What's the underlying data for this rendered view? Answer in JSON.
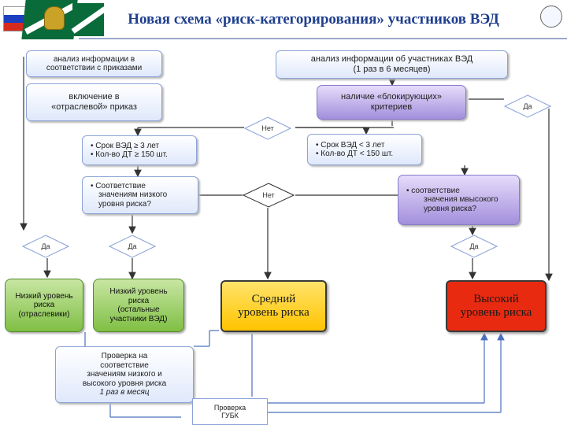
{
  "header": {
    "title": "Новая схема «риск-категорирования» участников ВЭД"
  },
  "boxes": {
    "analysis_orders": [
      "анализ информации в",
      "соответствии с приказами"
    ],
    "analysis_participants": [
      "анализ информации об участниках ВЭД",
      "(1 раз в 6 месяцев)"
    ],
    "sector_order": [
      "включение в",
      "«отраслевой» приказ"
    ],
    "blocking_criteria": [
      "наличие «блокирующих»",
      "критериев"
    ],
    "left_terms": [
      "•  Срок ВЭД ≥ 3 лет",
      "•  Кол-во ДТ ≥ 150 шт."
    ],
    "right_terms": [
      "•  Срок ВЭД < 3 лет",
      "•  Кол-во ДТ < 150 шт."
    ],
    "low_match": [
      "•  Соответствие",
      "значениям низкого",
      "уровня риска?"
    ],
    "high_match": [
      "•       соответствие",
      "значения мвысокого",
      "уровня риска?"
    ],
    "low_sector": [
      "Низкий уровень",
      "риска",
      "(отраслевики)"
    ],
    "low_other": [
      "Низкий уровень",
      "риска",
      "(остальные",
      "участники ВЭД)"
    ],
    "medium": [
      "Средний",
      "уровень риска"
    ],
    "high": [
      "Высокий",
      "уровень риска"
    ],
    "check_match": [
      "Проверка на",
      "соответствие",
      "значениям низкого и",
      "высокого уровня риска"
    ],
    "check_freq": "1 раз в месяц",
    "check_gubk": [
      "Проверка",
      "ГУБК"
    ]
  },
  "decisions": {
    "yes_right": "Да",
    "no_top": "Нет",
    "no_mid": "Нет",
    "yes_left": "Да",
    "yes_mid": "Да",
    "yes_high": "Да"
  },
  "colors": {
    "title": "#1f3f8f",
    "medium_risk": "#ffc400",
    "high_risk": "#e82a10",
    "low_risk": "#7fbf44"
  }
}
